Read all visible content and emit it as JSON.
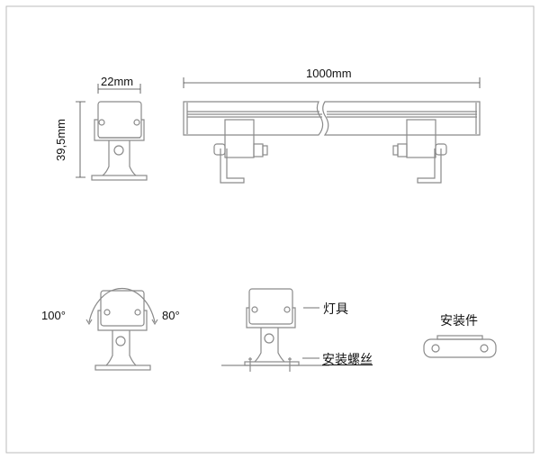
{
  "dimensions": {
    "width_label": "22mm",
    "height_label": "39,5mm",
    "length_label": "1000mm"
  },
  "rotation": {
    "left_angle": "100°",
    "right_angle": "80°"
  },
  "callouts": {
    "lamp": "灯具",
    "mounting_screw": "安装螺丝",
    "mounting_part": "安装件"
  }
}
